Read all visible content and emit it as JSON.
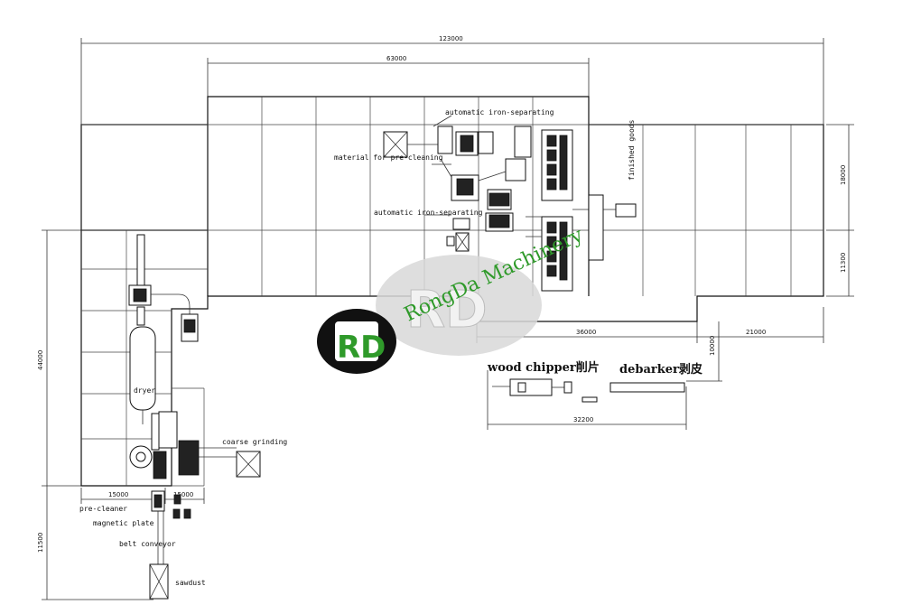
{
  "dimensions": {
    "overall_width": "123000",
    "upper_hall_width": "63000",
    "upper_bay_depth": "18000",
    "lower_bay_depth": "11300",
    "right_span_a": "36000",
    "right_span_b": "21000",
    "left_wing_height": "44000",
    "left_bottom_width": "15000",
    "left_bottom_small": "15000",
    "bottom_left_height": "11500",
    "chipper_line_length": "32200",
    "chipper_line_height": "10000"
  },
  "labels": {
    "iron_separating_top": "automatic iron-separating",
    "material_pre_cleaning": "material for pre-cleaning",
    "iron_separating_mid": "automatic iron-separating",
    "finished_goods": "finished goods",
    "wood_chipper": "wood chipper削片",
    "debarker": "debarker剥皮",
    "dryer": "dryer",
    "coarse_grinding": "coarse grinding",
    "pre_cleaner": "pre-cleaner",
    "magnetic_plate": "magnetic plate",
    "belt_conveyor": "belt conveyor",
    "sawdust": "sawdust"
  },
  "watermark": {
    "text": "RongDa Machinery",
    "logo_text": "RD",
    "green": "#2f9a2a",
    "grey": "#cfcfcf"
  }
}
